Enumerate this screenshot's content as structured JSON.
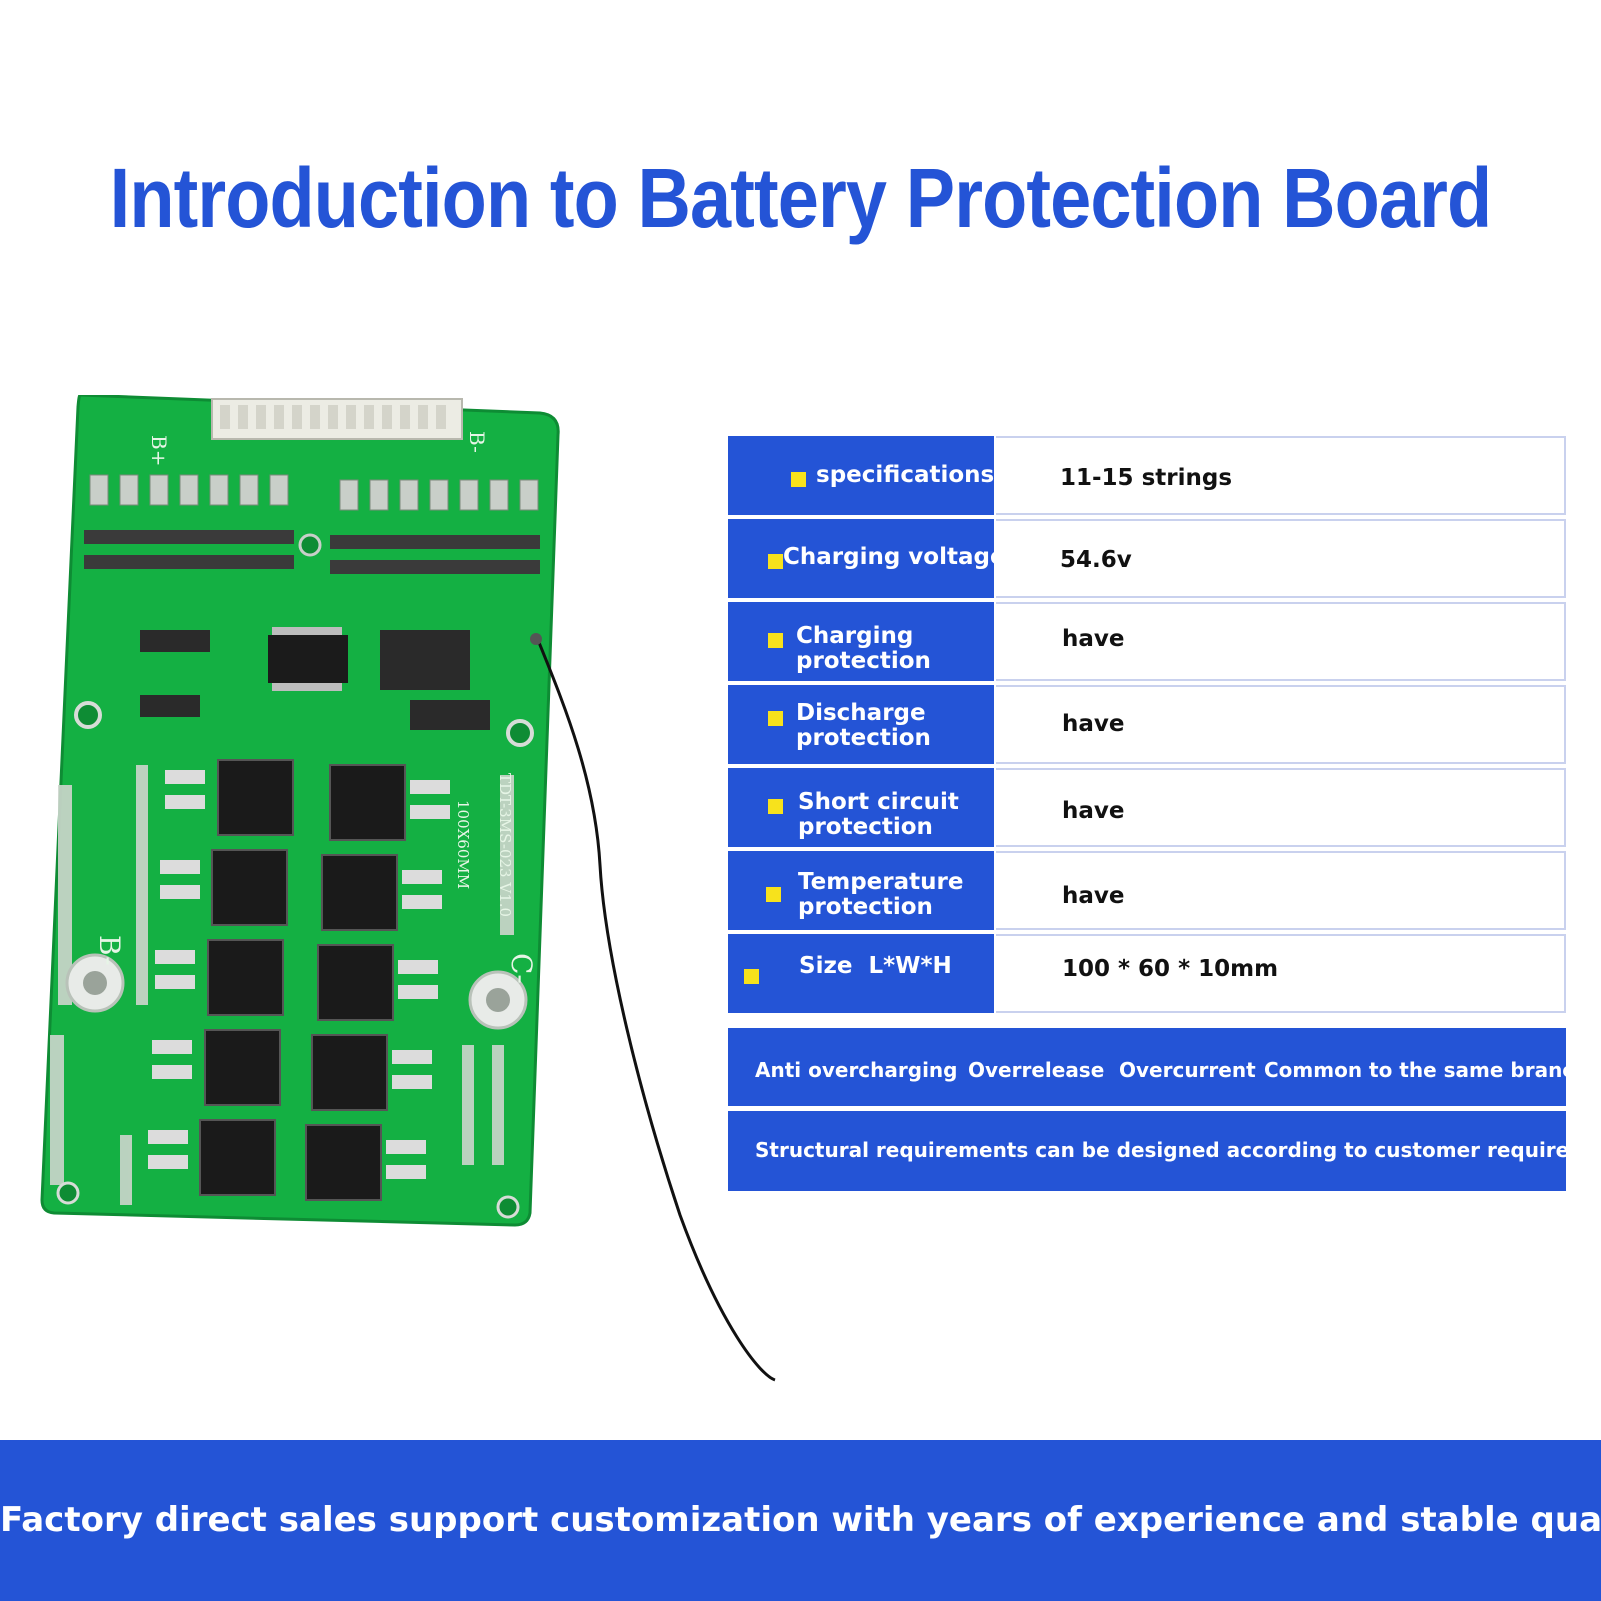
{
  "title": "Introduction to Battery Protection Board",
  "colors": {
    "accent": "#2454d6",
    "bullet": "#f7e21c",
    "pcb": "#14b043"
  },
  "board": {
    "silkscreen": {
      "b_plus": "B+",
      "b_minus_top": "B-",
      "b_minus": "B-",
      "c_minus": "C-",
      "model": "TDT-3MS-023 V1.0",
      "size": "100X60MM"
    }
  },
  "specs": [
    {
      "label": "specifications",
      "value": "11-15 strings"
    },
    {
      "label": "Charging voltage",
      "value": "54.6v"
    },
    {
      "label": "Charging protection",
      "value": "have"
    },
    {
      "label": "Discharge protection",
      "value": "have"
    },
    {
      "label": "Short circuit protection",
      "value": "have"
    },
    {
      "label": "Temperature protection",
      "value": "have"
    },
    {
      "label": "Size  L*W*H",
      "value": "100 * 60 * 10mm"
    }
  ],
  "features": [
    "Anti overcharging",
    "Overrelease",
    "Overcurrent",
    "Common to the same branch"
  ],
  "structural_note": "Structural requirements can be designed according to customer requirements",
  "footer": "Factory direct sales support customization with years of experience and stable quality"
}
